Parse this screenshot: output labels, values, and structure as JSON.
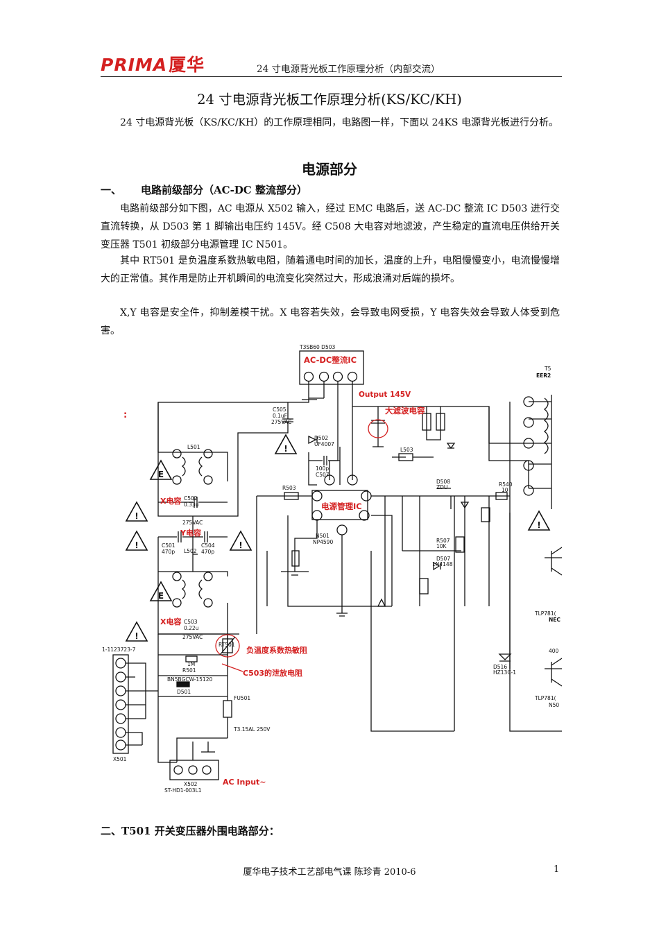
{
  "header": {
    "logo_latin": "PRIMA",
    "logo_cn": "厦华",
    "title": "24 寸电源背光板工作原理分析（内部交流）"
  },
  "document": {
    "title": "24 寸电源背光板工作原理分析(KS/KC/KH)",
    "intro": "24 寸电源背光板（KS/KC/KH）的工作原理相同，电路图一样，下面以 24KS 电源背光板进行分析。",
    "section_title": "电源部分",
    "h1_num": "一、",
    "h1_text": "电路前级部分（AC-DC 整流部分）",
    "p1": "电路前级部分如下图，AC 电源从 X502 输入，经过 EMC 电路后，送 AC-DC 整流 IC D503 进行交直流转换，从 D503 第 1 脚输出电压约 145V。经 C508 大电容对地滤波，产生稳定的直流电压供给开关变压器 T501 初级部分电源管理 IC N501。",
    "p2": "其中 RT501 是负温度系数热敏电阻，随着通电时间的加长，温度的上升，电阻慢慢变小，电流慢慢增大的正常值。其作用是防止开机瞬间的电流变化突然过大，形成浪涌对后端的损坏。",
    "p3": "X,Y 电容是安全件，抑制差模干扰。X 电容若失效，会导致电网受损，Y 电容失效会导致人体受到危害。",
    "h2": "二、T501 开关变压器外围电路部分：",
    "footer": "厦华电子技术工艺部电气课  陈珍青  2010-6",
    "page_number": "1"
  },
  "schematic": {
    "labels": {
      "acdc_ic": "AC-DC整流IC",
      "output": "Output 145V",
      "big_cap": "大滤波电容",
      "pm_ic": "电源管理IC",
      "x_cap_1": "X电容",
      "y_cap": "Y电容",
      "x_cap_2": "X电容",
      "ntc": "负温度系数热敏阻",
      "c503_bleed": "C503的泄放电阻",
      "ac_input": "AC Input~"
    },
    "parts": {
      "d503": "T3SB60  D503",
      "t5": "T5",
      "eer": "EER2",
      "l501": "L501",
      "l502": "L502",
      "c502": "C502",
      "c502_val": "0.33u",
      "c502_rating": "275VAC",
      "c501": "C501",
      "c501_val": "470p",
      "c504": "C504",
      "c504_val": "470p",
      "c503": "C503",
      "c503_val": "0.22u",
      "c503_rating": "275VAC",
      "c505": "C505",
      "c505_val": "0.1uF",
      "c505_rating": "275VAC",
      "d502": "D502",
      "d502_type": "UF4007",
      "c507": "C507",
      "c507_val": "100p",
      "l503": "L503",
      "r503": "R503",
      "n501": "N501",
      "n501_type": "NP4590",
      "r540": "R540",
      "r540_val": "10",
      "d508": "D508",
      "d508_type": "ZDU",
      "r507": "R507",
      "r507_val": "10K",
      "d507": "D507",
      "d507_type": "1N4148",
      "r501": "R501",
      "r501_val": "1M",
      "rt501": "RT501",
      "bridge": "BN5BGCW-15120",
      "d501": "D501",
      "fuse": "FU501",
      "fuse_rating": "T3.15AL 250V",
      "conn": "1-1123723-7",
      "x501": "X501",
      "x502": "X502",
      "x502_type": "ST-HD1-003L1",
      "tlp1": "TLP781(",
      "tlp2": "TLP781(",
      "nec": "NEC",
      "n50": "N50",
      "v400": "400",
      "d516": "D516",
      "d516_type": "HZ13C-1",
      "colon": ":"
    }
  }
}
